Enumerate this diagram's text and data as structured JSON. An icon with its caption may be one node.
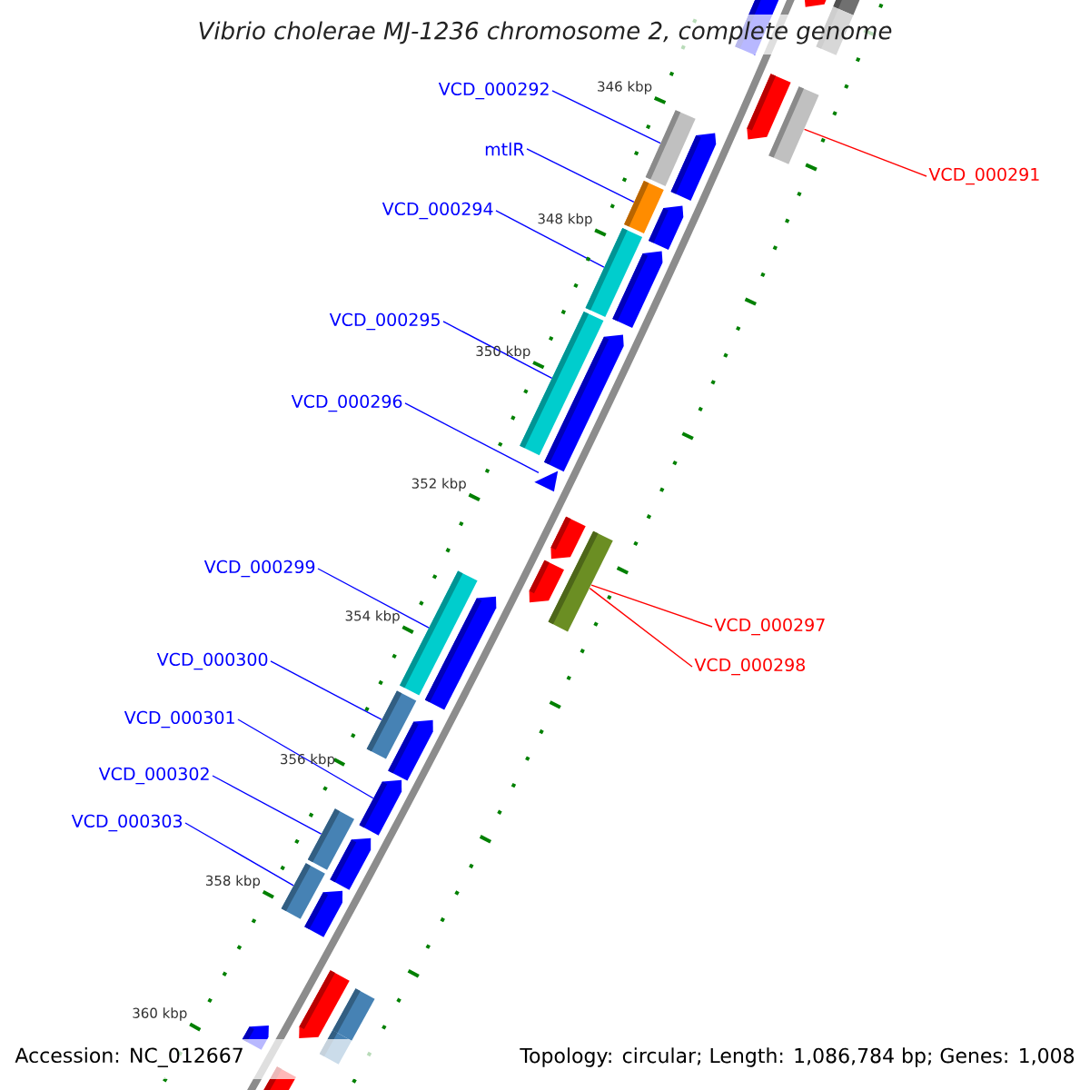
{
  "diagram": {
    "title": "Vibrio cholerae MJ-1236 chromosome 2, complete genome",
    "nodes": [
      {
        "text": [
          "VCD_000292"
        ]
      },
      {
        "text": [
          "mtlR"
        ]
      },
      {
        "text": [
          "VCD_000294"
        ]
      },
      {
        "text": [
          "VCD_000295"
        ]
      },
      {
        "text": [
          "VCD_000296"
        ]
      },
      {
        "text": [
          "VCD_000299"
        ]
      },
      {
        "text": [
          "VCD_000300"
        ]
      },
      {
        "text": [
          "VCD_000301"
        ]
      },
      {
        "text": [
          "VCD_000302"
        ]
      },
      {
        "text": [
          "VCD_000303"
        ]
      },
      {
        "text": [
          "VCD_000291"
        ]
      },
      {
        "text": [
          "VCD_000297"
        ]
      },
      {
        "text": [
          "VCD_000298"
        ]
      },
      {
        "text": [],
        "shape": "bar"
      },
      {
        "text": [],
        "shape": "bar"
      },
      {
        "text": [],
        "shape": "bar"
      },
      {
        "text": [],
        "shape": "bar"
      },
      {
        "text": [],
        "shape": "triangle"
      },
      {
        "text": [],
        "shape": "bar"
      },
      {
        "text": [],
        "shape": "bar"
      },
      {
        "text": [],
        "shape": "arrow"
      },
      {
        "text": [],
        "shape": "bar"
      },
      {
        "text": [],
        "shape": "bar"
      },
      {
        "text": [],
        "shape": "bar"
      },
      {
        "text": [],
        "shape": "bar"
      },
      {
        "text": [],
        "shape": "bar"
      },
      {
        "text": [],
        "shape": "bar"
      }
    ],
    "edges": [
      {
        "from": 0,
        "to": 13,
        "arrow": "none"
      },
      {
        "from": 1,
        "to": 14,
        "arrow": "none"
      },
      {
        "from": 2,
        "to": 15,
        "arrow": "none"
      },
      {
        "from": 3,
        "to": 16,
        "arrow": "none"
      },
      {
        "from": 4,
        "to": 17,
        "arrow": "none"
      },
      {
        "from": 5,
        "to": 18,
        "arrow": "none"
      },
      {
        "from": 6,
        "to": 19,
        "arrow": "none"
      },
      {
        "from": 7,
        "to": 20,
        "arrow": "none"
      },
      {
        "from": 8,
        "to": 21,
        "arrow": "none"
      },
      {
        "from": 9,
        "to": 22,
        "arrow": "none"
      },
      {
        "from": 10,
        "to": 23,
        "arrow": "none",
        "color": "#ff0000"
      },
      {
        "from": 11,
        "to": 24,
        "arrow": "none",
        "color": "#ff0000"
      },
      {
        "from": 12,
        "to": 24,
        "arrow": "none",
        "color": "#ff0000"
      }
    ],
    "labels": [
      "346 kbp",
      "348 kbp",
      "350 kbp",
      "352 kbp",
      "354 kbp",
      "356 kbp",
      "358 kbp",
      "360 kbp",
      "Accession: NC_012667",
      "Topology: circular; Length: 1,086,784 bp; Genes: 1,008"
    ]
  }
}
